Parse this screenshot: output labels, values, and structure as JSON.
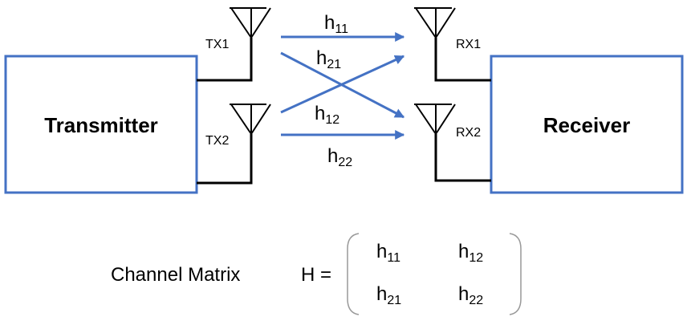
{
  "transmitter": {
    "label": "Transmitter",
    "antennas": [
      "TX1",
      "TX2"
    ]
  },
  "receiver": {
    "label": "Receiver",
    "antennas": [
      "RX1",
      "RX2"
    ]
  },
  "links": [
    {
      "symbol": "h",
      "sub": "11"
    },
    {
      "symbol": "h",
      "sub": "21"
    },
    {
      "symbol": "h",
      "sub": "12"
    },
    {
      "symbol": "h",
      "sub": "22"
    }
  ],
  "matrix": {
    "label": "Channel Matrix",
    "symbol": "H =",
    "entries": [
      [
        {
          "symbol": "h",
          "sub": "11"
        },
        {
          "symbol": "h",
          "sub": "12"
        }
      ],
      [
        {
          "symbol": "h",
          "sub": "21"
        },
        {
          "symbol": "h",
          "sub": "22"
        }
      ]
    ]
  },
  "colors": {
    "accent": "#4472c4",
    "line": "#000000"
  }
}
